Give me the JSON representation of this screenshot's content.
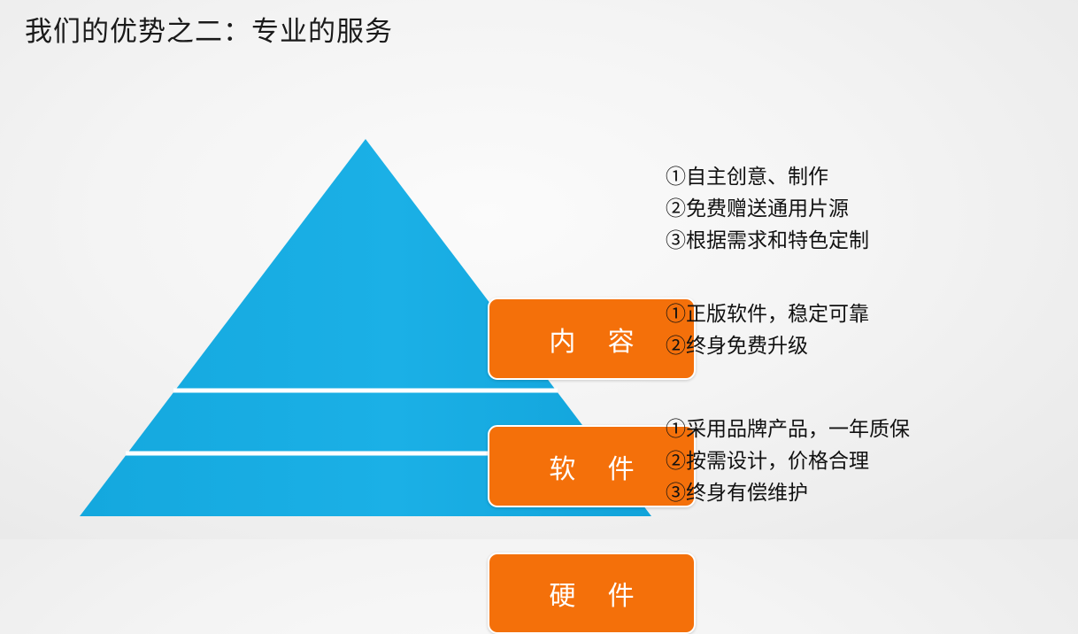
{
  "slide": {
    "title": "我们的优势之二：专业的服务",
    "accent_color": "#f4700a",
    "pyramid_color": "#18ace0",
    "background_color": "#f1f1f1"
  },
  "pyramid": {
    "levels": [
      {
        "label": "内  容",
        "details": [
          "①自主创意、制作",
          "②免费赠送通用片源",
          "③根据需求和特色定制"
        ]
      },
      {
        "label": "软  件",
        "details": [
          "①正版软件，稳定可靠",
          "②终身免费升级"
        ]
      },
      {
        "label": "硬  件",
        "details": [
          "①采用品牌产品，一年质保",
          "②按需设计，价格合理",
          "③终身有偿维护"
        ]
      }
    ]
  }
}
